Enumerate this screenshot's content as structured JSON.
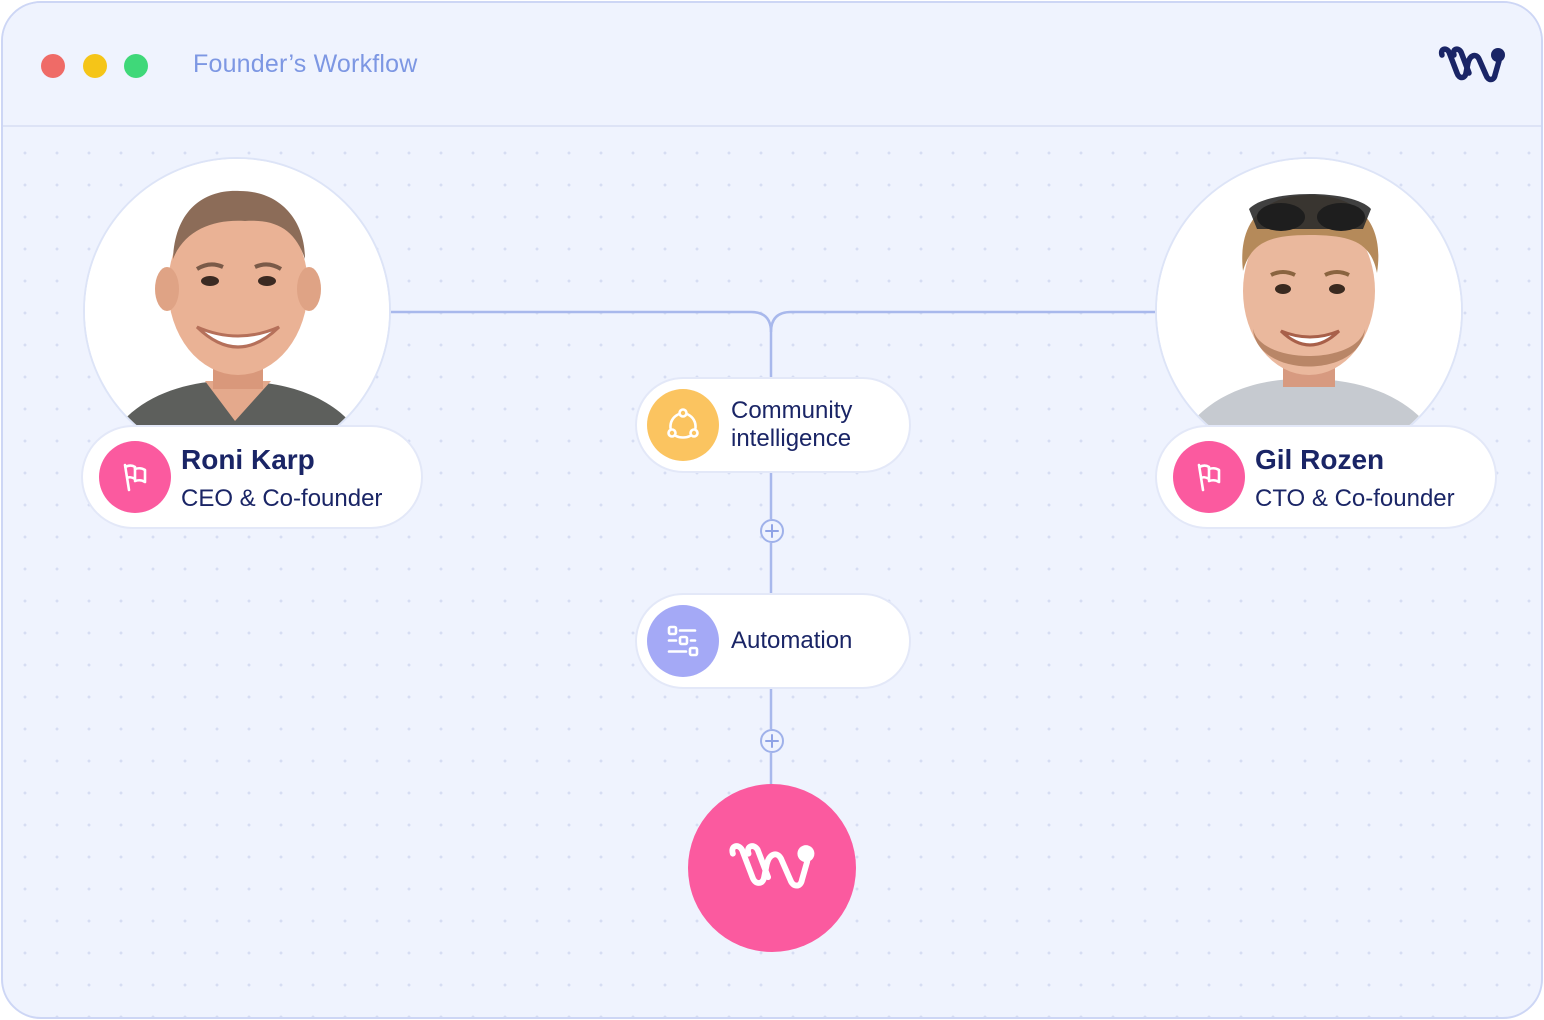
{
  "window": {
    "title": "Founder’s Workflow",
    "colors": {
      "close": "#ef6b67",
      "minimize": "#f5c518",
      "maximize": "#3fd879",
      "accent": "#fb5a9f",
      "brand_navy": "#1a2566"
    }
  },
  "header": {
    "logo_icon": "w-logo-icon"
  },
  "people": [
    {
      "name": "Roni Karp",
      "role": "CEO & Co-founder",
      "icon": "flag-icon"
    },
    {
      "name": "Gil Rozen",
      "role": "CTO & Co-founder",
      "icon": "flag-icon"
    }
  ],
  "workflow": {
    "steps": [
      {
        "label": "Community intelligence",
        "icon": "community-network-icon",
        "color": "#fbc460"
      },
      {
        "label": "Automation",
        "icon": "automation-flow-icon",
        "color": "#a4a9f6"
      }
    ],
    "add_step_icon": "plus-circle-icon",
    "final_icon": "w-logo-icon"
  }
}
